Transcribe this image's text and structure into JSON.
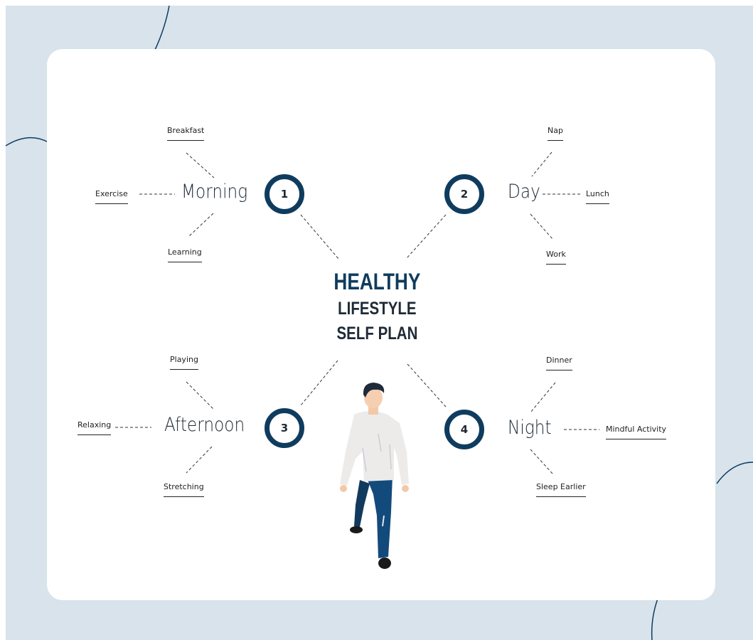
{
  "title": {
    "line1": "HEALTHY",
    "line2": "LIFESTYLE",
    "line3": "SELF PLAN"
  },
  "colors": {
    "background": "#d8e3ec",
    "card": "#ffffff",
    "accent_navy": "#0f3c5e",
    "text": "#1e2a36"
  },
  "periods": [
    {
      "number": "1",
      "name": "Morning",
      "activities": [
        "Breakfast",
        "Exercise",
        "Learning"
      ]
    },
    {
      "number": "2",
      "name": "Day",
      "activities": [
        "Nap",
        "Lunch",
        "Work"
      ]
    },
    {
      "number": "3",
      "name": "Afternoon",
      "activities": [
        "Playing",
        "Relaxing",
        "Stretching"
      ]
    },
    {
      "number": "4",
      "name": "Night",
      "activities": [
        "Dinner",
        "Mindful Activity",
        "Sleep Earlier"
      ]
    }
  ],
  "illustration": "walking-man-figure"
}
